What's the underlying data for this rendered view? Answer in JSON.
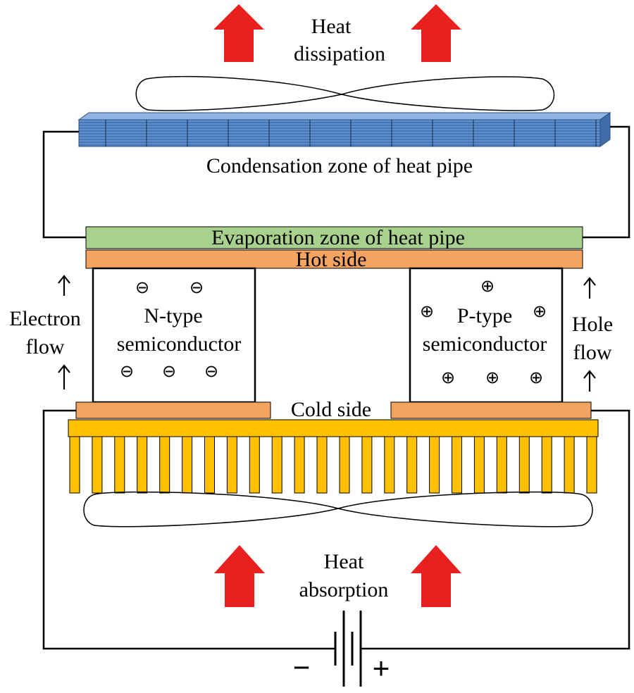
{
  "labels": {
    "heat_dissipation_1": "Heat",
    "heat_dissipation_2": "dissipation",
    "condensation": "Condensation zone of heat pipe",
    "evaporation": "Evaporation zone of heat pipe",
    "hot_side": "Hot side",
    "cold_side": "Cold side",
    "n_type_1": "N-type",
    "n_type_2": "semiconductor",
    "p_type_1": "P-type",
    "p_type_2": "semiconductor",
    "electron_flow_1": "Electron",
    "electron_flow_2": "flow",
    "hole_flow_1": "Hole",
    "hole_flow_2": "flow",
    "heat_absorption_1": "Heat",
    "heat_absorption_2": "absorption",
    "minus": "−",
    "plus": "+"
  },
  "symbols": {
    "electron": "⊖",
    "hole": "⊕"
  },
  "colors": {
    "heat_arrow": "#e8201f",
    "condenser_fin": "#5b8fd0",
    "evaporation_zone": "#a9d18e",
    "hot_cold_plate": "#f4a460",
    "heat_sink": "#ffc000",
    "wire": "#000000"
  }
}
